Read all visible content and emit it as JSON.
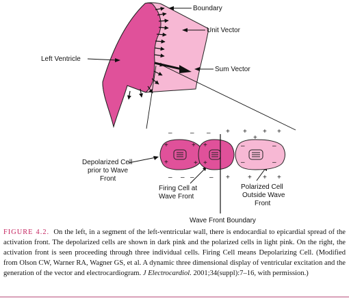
{
  "diagram": {
    "labels": {
      "boundary": "Boundary",
      "unit_vector": "Unit Vector",
      "left_ventricle": "Left Ventricle",
      "sum_vector": "Sum Vector",
      "depolarized_cell": [
        "Depolarized Cell",
        "prior to Wave",
        "Front"
      ],
      "firing_cell": [
        "Firing Cell at",
        "Wave Front"
      ],
      "polarized_cell": [
        "Polarized Cell",
        "Outside Wave",
        "Front"
      ],
      "wave_front_boundary": "Wave Front Boundary"
    },
    "charge_signs": {
      "minus": "–",
      "plus": "+"
    },
    "colors": {
      "dark_pink": "#e0519a",
      "light_pink": "#f7b8d4",
      "outline": "#222222",
      "caption_label": "#c4235f"
    }
  },
  "caption": {
    "label": "FIGURE 4.2.",
    "text_1": "On the left, in a segment of the left-ventricular wall, there is endocardial to epicardial spread of the activation front. The depolarized cells are shown in dark pink and the polarized cells in light pink. On the right, the activation front is seen proceeding through three individual cells. Firing Cell means Depolarizing Cell. (Modified from Olson CW, Warner RA, Wagner GS, et al. A dynamic three dimensional display of ventricular excitation and the generation of the vector and electrocardiogram.",
    "journal": "J Electrocardiol.",
    "text_2": "2001;34(suppl):7–16, with permission.)"
  }
}
